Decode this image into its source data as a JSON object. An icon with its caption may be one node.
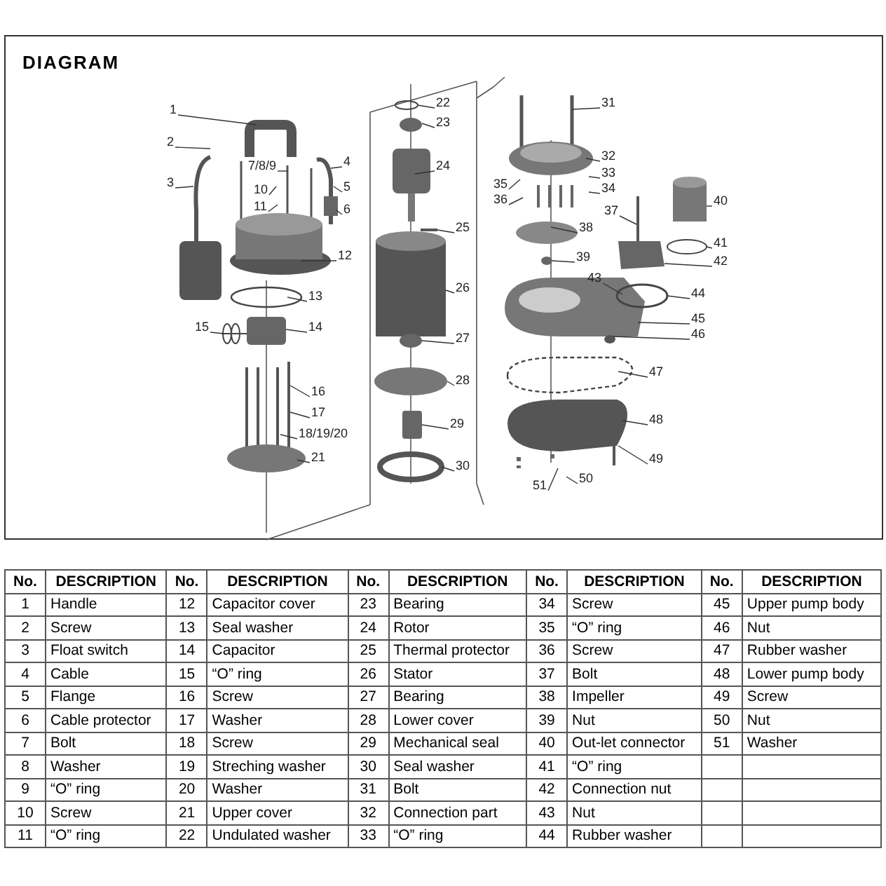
{
  "diagram": {
    "title": "DIAGRAM",
    "nodes": [
      {
        "text": [
          "1"
        ]
      },
      {
        "text": [
          "2"
        ]
      },
      {
        "text": [
          "3"
        ]
      },
      {
        "text": [
          "4"
        ]
      },
      {
        "text": [
          "5"
        ]
      },
      {
        "text": [
          "6"
        ]
      },
      {
        "text": [
          "7/8/9"
        ]
      },
      {
        "text": [
          "10"
        ]
      },
      {
        "text": [
          "11"
        ]
      },
      {
        "text": [
          "12"
        ]
      },
      {
        "text": [
          "13"
        ]
      },
      {
        "text": [
          "14"
        ]
      },
      {
        "text": [
          "15"
        ]
      },
      {
        "text": [
          "16"
        ]
      },
      {
        "text": [
          "17"
        ]
      },
      {
        "text": [
          "18/19/20"
        ]
      },
      {
        "text": [
          "21"
        ]
      },
      {
        "text": [
          "22"
        ]
      },
      {
        "text": [
          "23"
        ]
      },
      {
        "text": [
          "24"
        ]
      },
      {
        "text": [
          "25"
        ]
      },
      {
        "text": [
          "26"
        ]
      },
      {
        "text": [
          "27"
        ]
      },
      {
        "text": [
          "28"
        ]
      },
      {
        "text": [
          "29"
        ]
      },
      {
        "text": [
          "30"
        ]
      },
      {
        "text": [
          "31"
        ]
      },
      {
        "text": [
          "32"
        ]
      },
      {
        "text": [
          "33"
        ]
      },
      {
        "text": [
          "34"
        ]
      },
      {
        "text": [
          "35"
        ]
      },
      {
        "text": [
          "36"
        ]
      },
      {
        "text": [
          "37"
        ]
      },
      {
        "text": [
          "38"
        ]
      },
      {
        "text": [
          "39"
        ]
      },
      {
        "text": [
          "40"
        ]
      },
      {
        "text": [
          "41"
        ]
      },
      {
        "text": [
          "42"
        ]
      },
      {
        "text": [
          "43"
        ]
      },
      {
        "text": [
          "44"
        ]
      },
      {
        "text": [
          "45"
        ]
      },
      {
        "text": [
          "46"
        ]
      },
      {
        "text": [
          "47"
        ]
      },
      {
        "text": [
          "48"
        ]
      },
      {
        "text": [
          "49"
        ]
      },
      {
        "text": [
          "50"
        ]
      },
      {
        "text": [
          "51"
        ]
      }
    ],
    "edges": [
      {
        "from": 0,
        "to": null,
        "arrow": "none"
      },
      {
        "from": 1,
        "to": null,
        "arrow": "none"
      },
      {
        "from": 2,
        "to": null,
        "arrow": "none"
      },
      {
        "from": 3,
        "to": null,
        "arrow": "none"
      },
      {
        "from": 4,
        "to": null,
        "arrow": "none"
      },
      {
        "from": 5,
        "to": null,
        "arrow": "none"
      },
      {
        "from": 6,
        "to": null,
        "arrow": "none"
      },
      {
        "from": 7,
        "to": null,
        "arrow": "none"
      },
      {
        "from": 8,
        "to": null,
        "arrow": "none"
      },
      {
        "from": 9,
        "to": null,
        "arrow": "none"
      },
      {
        "from": 10,
        "to": null,
        "arrow": "none"
      },
      {
        "from": 11,
        "to": null,
        "arrow": "none"
      },
      {
        "from": 12,
        "to": null,
        "arrow": "none"
      },
      {
        "from": 13,
        "to": null,
        "arrow": "none"
      },
      {
        "from": 14,
        "to": null,
        "arrow": "none"
      },
      {
        "from": 15,
        "to": null,
        "arrow": "none"
      },
      {
        "from": 16,
        "to": null,
        "arrow": "none"
      },
      {
        "from": 17,
        "to": null,
        "arrow": "none"
      },
      {
        "from": 18,
        "to": null,
        "arrow": "none"
      },
      {
        "from": 19,
        "to": null,
        "arrow": "none"
      },
      {
        "from": 20,
        "to": null,
        "arrow": "none"
      },
      {
        "from": 21,
        "to": null,
        "arrow": "none"
      },
      {
        "from": 22,
        "to": null,
        "arrow": "none"
      },
      {
        "from": 23,
        "to": null,
        "arrow": "none"
      },
      {
        "from": 24,
        "to": null,
        "arrow": "none"
      },
      {
        "from": 25,
        "to": null,
        "arrow": "none"
      },
      {
        "from": 26,
        "to": null,
        "arrow": "none"
      },
      {
        "from": 27,
        "to": null,
        "arrow": "none"
      },
      {
        "from": 28,
        "to": null,
        "arrow": "none"
      },
      {
        "from": 29,
        "to": null,
        "arrow": "none"
      },
      {
        "from": 30,
        "to": null,
        "arrow": "none"
      },
      {
        "from": 31,
        "to": null,
        "arrow": "none"
      },
      {
        "from": 32,
        "to": null,
        "arrow": "none"
      },
      {
        "from": 33,
        "to": null,
        "arrow": "none"
      },
      {
        "from": 34,
        "to": null,
        "arrow": "none"
      },
      {
        "from": 35,
        "to": null,
        "arrow": "none"
      },
      {
        "from": 36,
        "to": null,
        "arrow": "none"
      },
      {
        "from": 37,
        "to": null,
        "arrow": "none"
      },
      {
        "from": 38,
        "to": null,
        "arrow": "none"
      },
      {
        "from": 39,
        "to": null,
        "arrow": "none"
      },
      {
        "from": 40,
        "to": null,
        "arrow": "none"
      },
      {
        "from": 41,
        "to": null,
        "arrow": "none"
      },
      {
        "from": 42,
        "to": null,
        "arrow": "none"
      },
      {
        "from": 43,
        "to": null,
        "arrow": "none"
      },
      {
        "from": 44,
        "to": null,
        "arrow": "none"
      },
      {
        "from": 45,
        "to": null,
        "arrow": "none"
      },
      {
        "from": 46,
        "to": null,
        "arrow": "none"
      }
    ],
    "labels": [
      "No.",
      "DESCRIPTION",
      "No.",
      "DESCRIPTION",
      "No.",
      "DESCRIPTION",
      "No.",
      "DESCRIPTION",
      "No.",
      "DESCRIPTION",
      "1",
      "Handle",
      "12",
      "Capacitor cover",
      "23",
      "Bearing",
      "34",
      "Screw",
      "45",
      "Upper pump body",
      "2",
      "Screw",
      "13",
      "Seal washer",
      "24",
      "Rotor",
      "35",
      "“O” ring",
      "46",
      "Nut",
      "3",
      "Float switch",
      "14",
      "Capacitor",
      "25",
      "Thermal protector",
      "36",
      "Screw",
      "47",
      "Rubber washer",
      "4",
      "Cable",
      "15",
      "“O” ring",
      "26",
      "Stator",
      "37",
      "Bolt",
      "48",
      "Lower pump body",
      "5",
      "Flange",
      "16",
      "Screw",
      "27",
      "Bearing",
      "38",
      "Impeller",
      "49",
      "Screw",
      "6",
      "Cable protector",
      "17",
      "Washer",
      "28",
      "Lower cover",
      "39",
      "Nut",
      "50",
      "Nut",
      "7",
      "Bolt",
      "18",
      "Screw",
      "29",
      "Mechanical seal",
      "40",
      "Out-let connector",
      "51",
      "Washer",
      "8",
      "Washer",
      "19",
      "Streching washer",
      "30",
      "Seal washer",
      "41",
      "“O” ring",
      "9",
      "“O” ring",
      "20",
      "Washer",
      "31",
      "Bolt",
      "42",
      "Connection nut",
      "10",
      "Screw",
      "21",
      "Upper cover",
      "32",
      "Connection part",
      "43",
      "Nut",
      "11",
      "“O” ring",
      "22",
      "Undulated washer",
      "33",
      "“O” ring",
      "44",
      "Rubber washer"
    ]
  }
}
